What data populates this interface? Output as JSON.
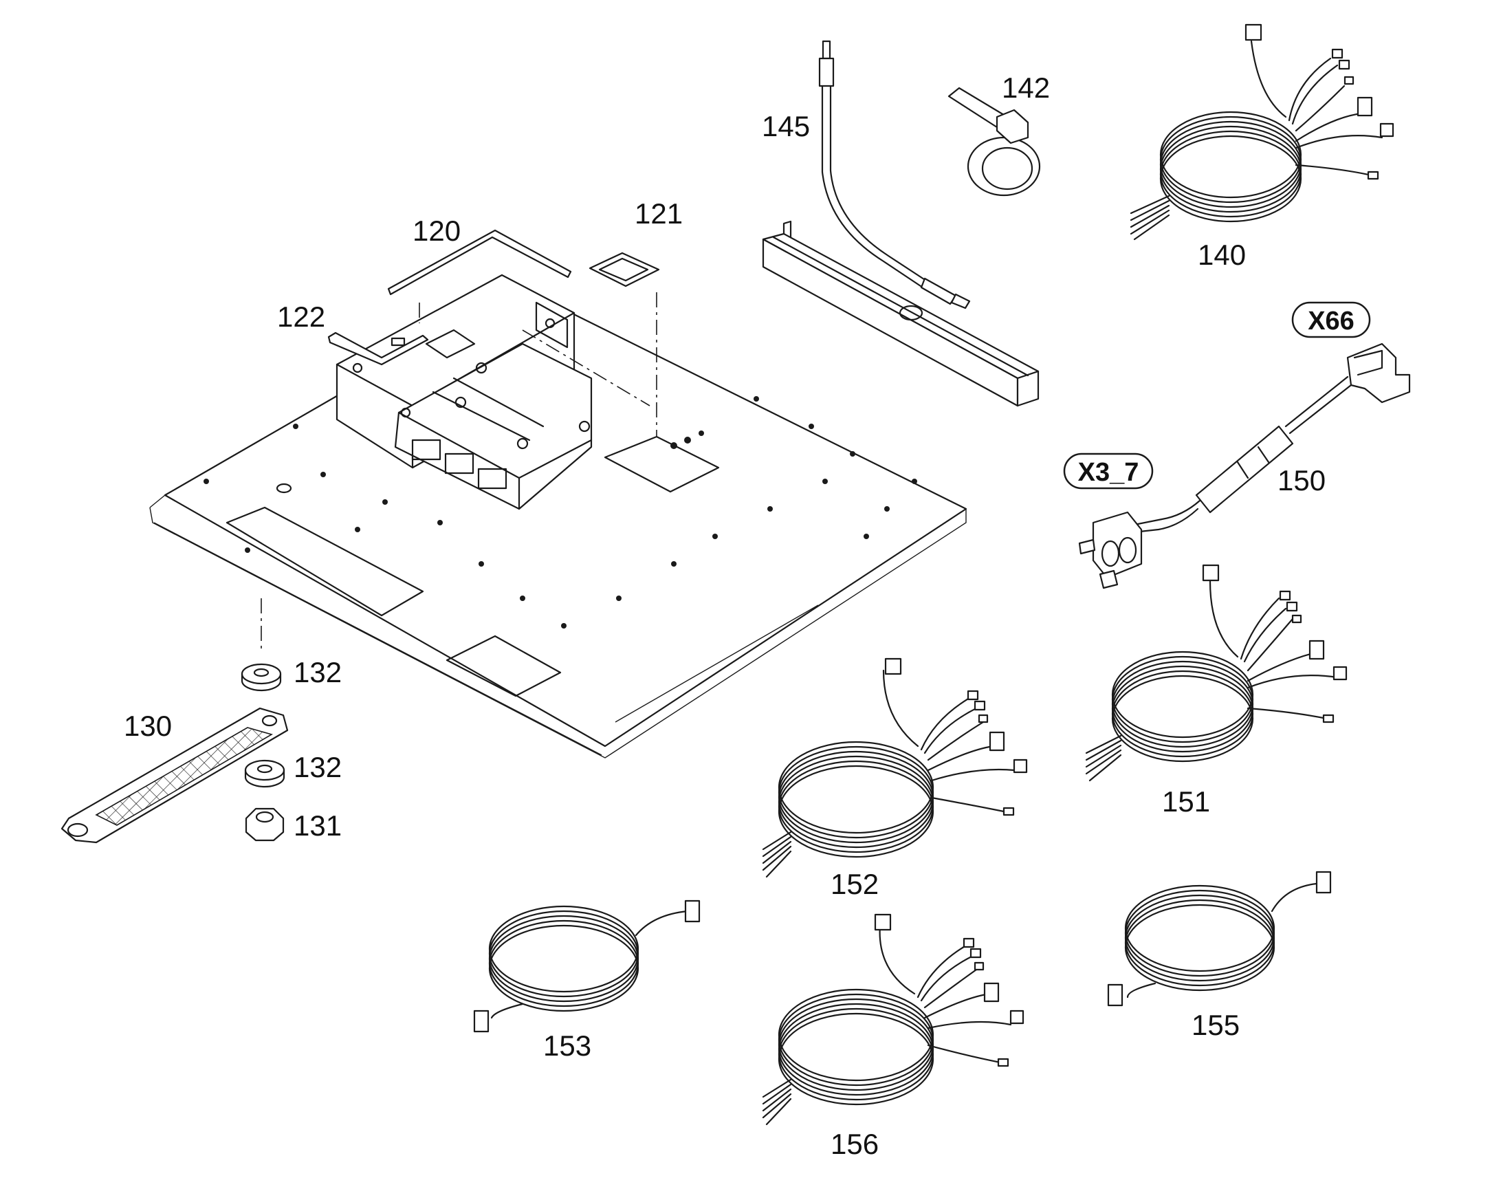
{
  "callouts": {
    "p120": "120",
    "p121": "121",
    "p122": "122",
    "p130": "130",
    "p131": "131",
    "p132a": "132",
    "p132b": "132",
    "p140": "140",
    "p142": "142",
    "p145": "145",
    "p150": "150",
    "p151": "151",
    "p152": "152",
    "p153": "153",
    "p155": "155",
    "p156": "156"
  },
  "connector_tags": {
    "x66": "X66",
    "x3_7": "X3_7"
  }
}
